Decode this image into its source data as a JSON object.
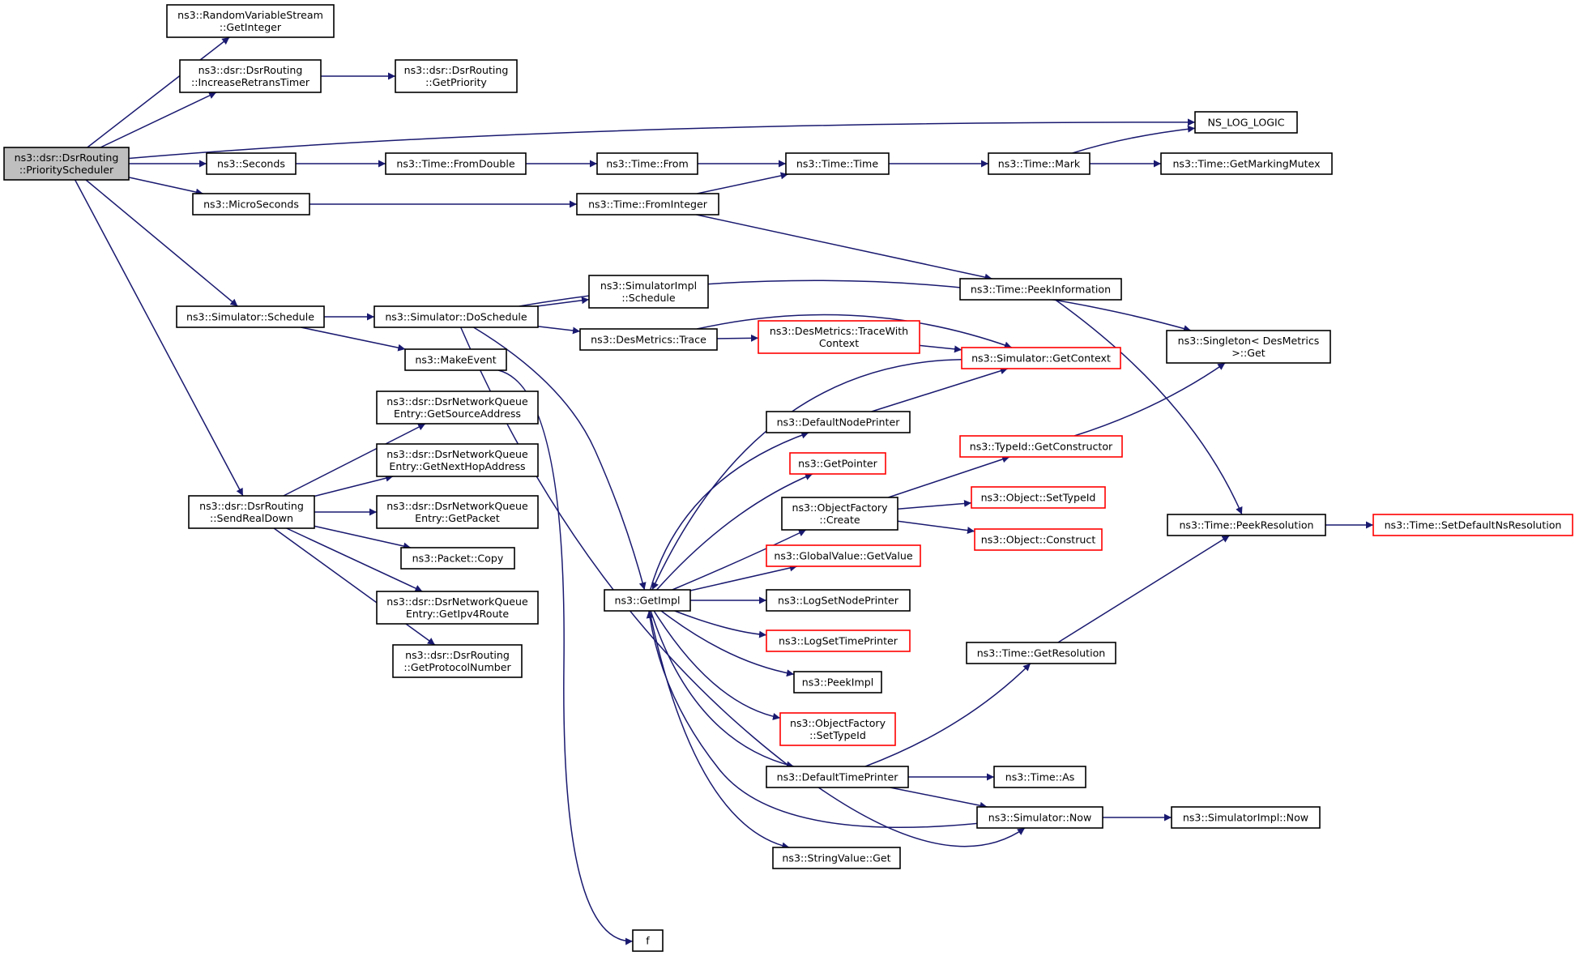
{
  "graph": {
    "colors": {
      "edge": "#191970",
      "red_border": "#ff0000",
      "root_fill": "#bfbfbf"
    },
    "nodes": [
      {
        "id": "root",
        "lines": [
          "ns3::dsr::DsrRouting",
          "::PriorityScheduler"
        ],
        "style": "root"
      },
      {
        "id": "rvs",
        "lines": [
          "ns3::RandomVariableStream",
          "::GetInteger"
        ]
      },
      {
        "id": "incr",
        "lines": [
          "ns3::dsr::DsrRouting",
          "::IncreaseRetransTimer"
        ]
      },
      {
        "id": "prio",
        "lines": [
          "ns3::dsr::DsrRouting",
          "::GetPriority"
        ]
      },
      {
        "id": "nslog",
        "lines": [
          "NS_LOG_LOGIC"
        ]
      },
      {
        "id": "seconds",
        "lines": [
          "ns3::Seconds"
        ]
      },
      {
        "id": "fromdouble",
        "lines": [
          "ns3::Time::FromDouble"
        ]
      },
      {
        "id": "from",
        "lines": [
          "ns3::Time::From"
        ]
      },
      {
        "id": "timetime",
        "lines": [
          "ns3::Time::Time"
        ]
      },
      {
        "id": "mark",
        "lines": [
          "ns3::Time::Mark"
        ]
      },
      {
        "id": "mutex",
        "lines": [
          "ns3::Time::GetMarkingMutex"
        ]
      },
      {
        "id": "micro",
        "lines": [
          "ns3::MicroSeconds"
        ]
      },
      {
        "id": "fromint",
        "lines": [
          "ns3::Time::FromInteger"
        ]
      },
      {
        "id": "peekinfo",
        "lines": [
          "ns3::Time::PeekInformation"
        ]
      },
      {
        "id": "simimpl",
        "lines": [
          "ns3::SimulatorImpl",
          "::Schedule"
        ]
      },
      {
        "id": "schedule",
        "lines": [
          "ns3::Simulator::Schedule"
        ]
      },
      {
        "id": "dosched",
        "lines": [
          "ns3::Simulator::DoSchedule"
        ]
      },
      {
        "id": "trace",
        "lines": [
          "ns3::DesMetrics::Trace"
        ]
      },
      {
        "id": "tracectx",
        "lines": [
          "ns3::DesMetrics::TraceWith",
          "Context"
        ],
        "style": "red"
      },
      {
        "id": "getctx",
        "lines": [
          "ns3::Simulator::GetContext"
        ],
        "style": "red"
      },
      {
        "id": "singleton",
        "lines": [
          "ns3::Singleton< DesMetrics",
          ">::Get"
        ]
      },
      {
        "id": "makeevent",
        "lines": [
          "ns3::MakeEvent"
        ]
      },
      {
        "id": "srcaddr",
        "lines": [
          "ns3::dsr::DsrNetworkQueue",
          "Entry::GetSourceAddress"
        ]
      },
      {
        "id": "nexthop",
        "lines": [
          "ns3::dsr::DsrNetworkQueue",
          "Entry::GetNextHopAddress"
        ]
      },
      {
        "id": "getpacket",
        "lines": [
          "ns3::dsr::DsrNetworkQueue",
          "Entry::GetPacket"
        ]
      },
      {
        "id": "sendreal",
        "lines": [
          "ns3::dsr::DsrRouting",
          "::SendRealDown"
        ]
      },
      {
        "id": "pcopy",
        "lines": [
          "ns3::Packet::Copy"
        ]
      },
      {
        "id": "ipv4route",
        "lines": [
          "ns3::dsr::DsrNetworkQueue",
          "Entry::GetIpv4Route"
        ]
      },
      {
        "id": "protonum",
        "lines": [
          "ns3::dsr::DsrRouting",
          "::GetProtocolNumber"
        ]
      },
      {
        "id": "defnode",
        "lines": [
          "ns3::DefaultNodePrinter"
        ]
      },
      {
        "id": "getctor",
        "lines": [
          "ns3::TypeId::GetConstructor"
        ],
        "style": "red"
      },
      {
        "id": "getptr",
        "lines": [
          "ns3::GetPointer"
        ],
        "style": "red"
      },
      {
        "id": "objfcreate",
        "lines": [
          "ns3::ObjectFactory",
          "::Create"
        ]
      },
      {
        "id": "settypeid",
        "lines": [
          "ns3::Object::SetTypeId"
        ],
        "style": "red"
      },
      {
        "id": "construct",
        "lines": [
          "ns3::Object::Construct"
        ],
        "style": "red"
      },
      {
        "id": "peekres",
        "lines": [
          "ns3::Time::PeekResolution"
        ]
      },
      {
        "id": "setdefns",
        "lines": [
          "ns3::Time::SetDefaultNsResolution"
        ],
        "style": "red"
      },
      {
        "id": "gvget",
        "lines": [
          "ns3::GlobalValue::GetValue"
        ],
        "style": "red"
      },
      {
        "id": "getimpl",
        "lines": [
          "ns3::GetImpl"
        ]
      },
      {
        "id": "lognode",
        "lines": [
          "ns3::LogSetNodePrinter"
        ]
      },
      {
        "id": "logtime",
        "lines": [
          "ns3::LogSetTimePrinter"
        ],
        "style": "red"
      },
      {
        "id": "getres",
        "lines": [
          "ns3::Time::GetResolution"
        ]
      },
      {
        "id": "peekimpl",
        "lines": [
          "ns3::PeekImpl"
        ]
      },
      {
        "id": "objfset",
        "lines": [
          "ns3::ObjectFactory",
          "::SetTypeId"
        ],
        "style": "red"
      },
      {
        "id": "deftime",
        "lines": [
          "ns3::DefaultTimePrinter"
        ]
      },
      {
        "id": "timeas",
        "lines": [
          "ns3::Time::As"
        ]
      },
      {
        "id": "simnow",
        "lines": [
          "ns3::Simulator::Now"
        ]
      },
      {
        "id": "simimplnow",
        "lines": [
          "ns3::SimulatorImpl::Now"
        ]
      },
      {
        "id": "strget",
        "lines": [
          "ns3::StringValue::Get"
        ]
      },
      {
        "id": "f",
        "lines": [
          "f"
        ]
      }
    ],
    "edges": [
      [
        "root",
        "rvs"
      ],
      [
        "root",
        "incr"
      ],
      [
        "root",
        "nslog"
      ],
      [
        "root",
        "seconds"
      ],
      [
        "root",
        "micro"
      ],
      [
        "root",
        "schedule"
      ],
      [
        "root",
        "sendreal"
      ],
      [
        "incr",
        "prio"
      ],
      [
        "seconds",
        "fromdouble"
      ],
      [
        "fromdouble",
        "from"
      ],
      [
        "from",
        "timetime"
      ],
      [
        "timetime",
        "mark"
      ],
      [
        "mark",
        "nslog"
      ],
      [
        "mark",
        "mutex"
      ],
      [
        "micro",
        "fromint"
      ],
      [
        "fromint",
        "timetime"
      ],
      [
        "fromint",
        "peekinfo"
      ],
      [
        "peekinfo",
        "peekres"
      ],
      [
        "schedule",
        "dosched"
      ],
      [
        "schedule",
        "makeevent"
      ],
      [
        "dosched",
        "singleton"
      ],
      [
        "dosched",
        "simimpl"
      ],
      [
        "dosched",
        "trace"
      ],
      [
        "dosched",
        "getimpl"
      ],
      [
        "dosched",
        "simnow"
      ],
      [
        "trace",
        "tracectx"
      ],
      [
        "trace",
        "getctx"
      ],
      [
        "tracectx",
        "getctx"
      ],
      [
        "makeevent",
        "f"
      ],
      [
        "sendreal",
        "srcaddr"
      ],
      [
        "sendreal",
        "nexthop"
      ],
      [
        "sendreal",
        "getpacket"
      ],
      [
        "sendreal",
        "pcopy"
      ],
      [
        "sendreal",
        "ipv4route"
      ],
      [
        "sendreal",
        "protonum"
      ],
      [
        "defnode",
        "getctx"
      ],
      [
        "getctx",
        "getimpl"
      ],
      [
        "getctor",
        "singleton"
      ],
      [
        "objfcreate",
        "getctor"
      ],
      [
        "objfcreate",
        "settypeid"
      ],
      [
        "objfcreate",
        "construct"
      ],
      [
        "peekres",
        "setdefns"
      ],
      [
        "getimpl",
        "defnode"
      ],
      [
        "getimpl",
        "getptr"
      ],
      [
        "getimpl",
        "objfcreate"
      ],
      [
        "getimpl",
        "gvget"
      ],
      [
        "getimpl",
        "lognode"
      ],
      [
        "getimpl",
        "logtime"
      ],
      [
        "getimpl",
        "peekimpl"
      ],
      [
        "getimpl",
        "objfset"
      ],
      [
        "getimpl",
        "deftime"
      ],
      [
        "getimpl",
        "strget"
      ],
      [
        "getres",
        "peekres"
      ],
      [
        "deftime",
        "getres"
      ],
      [
        "deftime",
        "timeas"
      ],
      [
        "deftime",
        "simnow"
      ],
      [
        "simnow",
        "getimpl"
      ],
      [
        "simnow",
        "simimplnow"
      ]
    ]
  }
}
